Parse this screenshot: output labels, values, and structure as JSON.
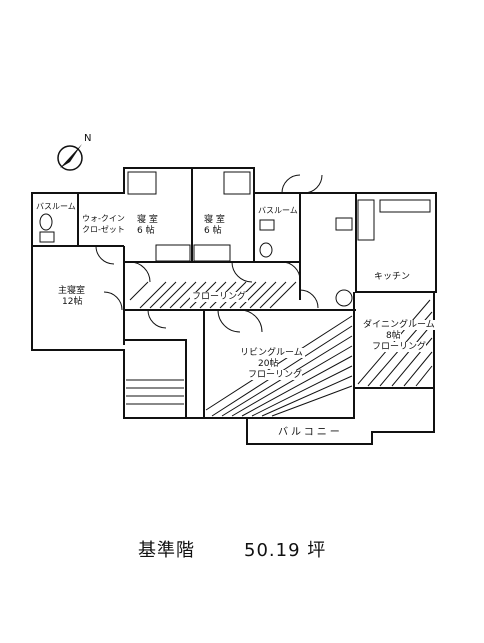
{
  "rooms": {
    "bath1": "バスルーム",
    "walkin": [
      "ウォ-クイン",
      "クロ-ゼット"
    ],
    "bed1": [
      "寝 室",
      "6 帖"
    ],
    "bed2": [
      "寝 室",
      "6 帖"
    ],
    "bath2": "バスルーム",
    "master": [
      "主寝室",
      "12帖"
    ],
    "hall": "フローリング",
    "kitchen": "キッチン",
    "dining": [
      "ダイニングルーム",
      "8帖",
      "フローリング"
    ],
    "living": [
      "リビングルーム",
      "20帖",
      "フローリング"
    ],
    "balcony": "バルコニー"
  },
  "compass": {
    "label": "N"
  },
  "caption": {
    "floor": "基準階",
    "area": "50.19 坪"
  },
  "colors": {
    "line": "#111111",
    "background": "#ffffff"
  },
  "icons": [
    "compass-icon",
    "door-swing-icon",
    "toilet-icon",
    "sink-icon",
    "stove-icon"
  ]
}
